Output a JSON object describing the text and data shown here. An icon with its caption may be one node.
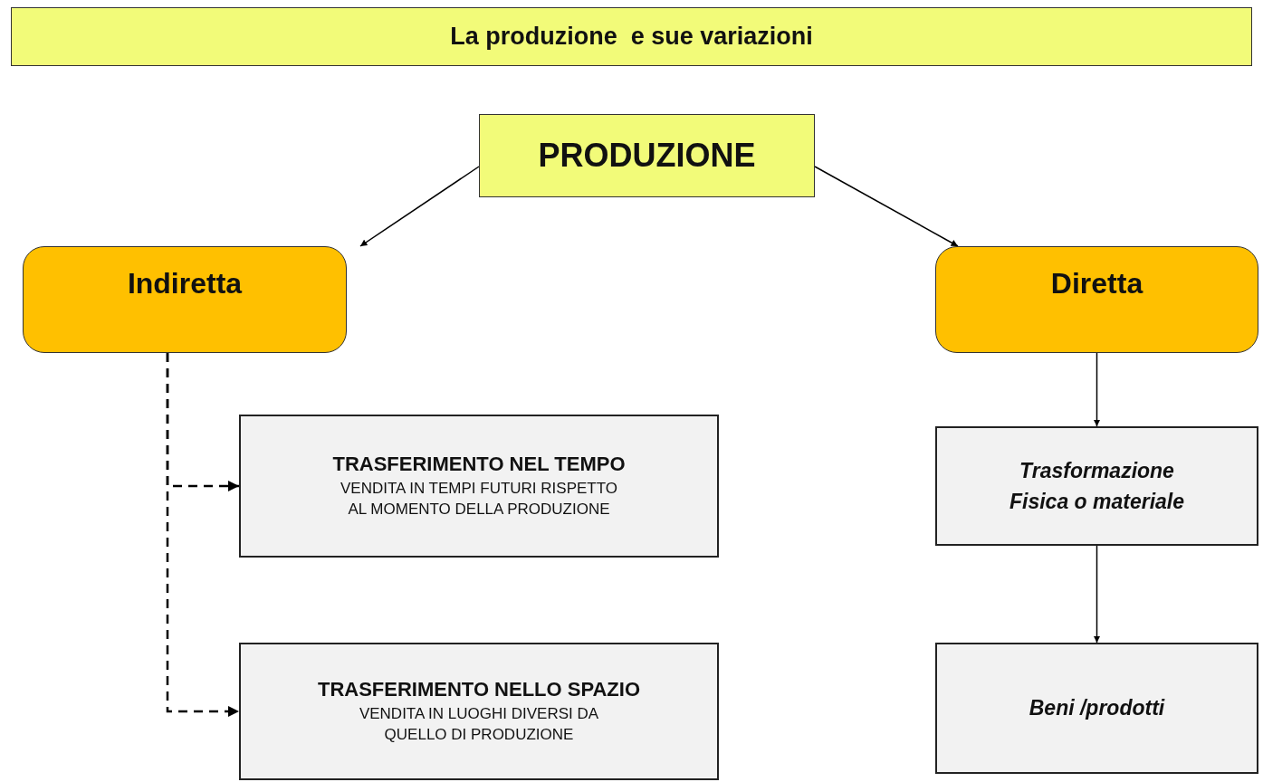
{
  "diagram": {
    "title": "La produzione  e sue variazioni",
    "nodes": [
      {
        "text": [
          "PRODUZIONE"
        ]
      },
      {
        "text": [
          "Indiretta"
        ]
      },
      {
        "text": [
          "Diretta"
        ]
      },
      {
        "text": [
          "TRASFERIMENTO NEL TEMPO",
          "VENDITA IN TEMPI FUTURI RISPETTO AL MOMENTO DELLA PRODUZIONE"
        ]
      },
      {
        "text": [
          "Trasformazione Fisica o materiale"
        ]
      },
      {
        "text": [
          "TRASFERIMENTO NELLO SPAZIO",
          "VENDITA IN LUOGHI DIVERSI DA QUELLO DI PRODUZIONE"
        ]
      },
      {
        "text": [
          "Beni /prodotti"
        ]
      }
    ],
    "edges": [
      {
        "from": 0,
        "to": 1,
        "arrow": "to"
      },
      {
        "from": 0,
        "to": 2,
        "arrow": "to"
      },
      {
        "from": 1,
        "to": 3,
        "arrow": "to",
        "style": "dashed"
      },
      {
        "from": 1,
        "to": 5,
        "arrow": "to",
        "style": "dashed"
      },
      {
        "from": 2,
        "to": 4,
        "arrow": "to"
      },
      {
        "from": 4,
        "to": 6,
        "arrow": "to"
      }
    ]
  }
}
